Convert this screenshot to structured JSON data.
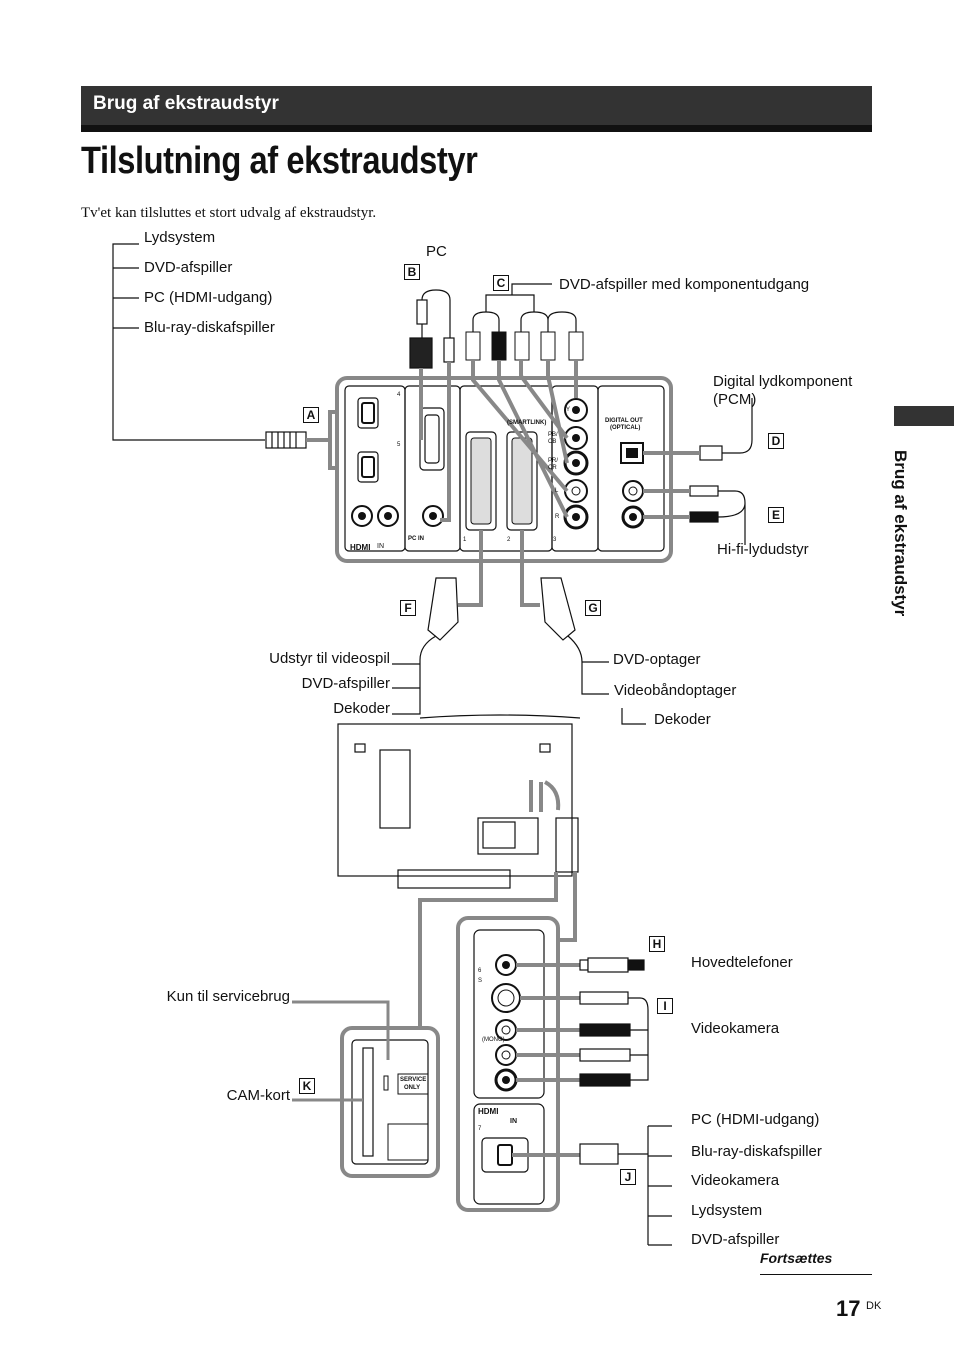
{
  "header": {
    "section": "Brug af ekstraudstyr",
    "title": "Tilslutning af ekstraudstyr"
  },
  "intro": "Tv'et kan tilsluttes et stort udvalg af ekstraudstyr.",
  "side_tab": "Brug af ekstraudstyr",
  "labels": {
    "a1": "Lydsystem",
    "a2": "DVD-afspiller",
    "a3": "PC (HDMI-udgang)",
    "a4": "Blu-ray-diskafspiller",
    "pc": "PC",
    "c1": "DVD-afspiller med komponentudgang",
    "d1": "Digital lydkomponent",
    "d2": "(PCM)",
    "e1": "Hi-fi-lydudstyr",
    "f1": "Udstyr til videospil",
    "f2": "DVD-afspiller",
    "f3": "Dekoder",
    "g1": "DVD-optager",
    "g2": "Videobåndoptager",
    "g3": "Dekoder",
    "h1": "Hovedtelefoner",
    "i1": "Videokamera",
    "k0": "Kun til servicebrug",
    "k1": "CAM-kort",
    "j1": "PC (HDMI-udgang)",
    "j2": "Blu-ray-diskafspiller",
    "j3": "Videokamera",
    "j4": "Lydsystem",
    "j5": "DVD-afspiller"
  },
  "keys": {
    "a": "A",
    "b": "B",
    "c": "C",
    "d": "D",
    "e": "E",
    "f": "F",
    "g": "G",
    "h": "H",
    "i": "I",
    "j": "J",
    "k": "K"
  },
  "panel_text": {
    "digital_out": "DIGITAL OUT",
    "optical": "(OPTICAL)",
    "smartlink": "(SMARTLINK)",
    "pc_in": "PC IN",
    "hdmi": "HDMI",
    "in": "IN",
    "service": "SERVICE",
    "only": "ONLY",
    "y": "Y",
    "pb": "PB/",
    "cb": "CB",
    "pr": "PR/",
    "cr": "CR",
    "l": "L",
    "r": "R",
    "n1": "1",
    "n2": "2",
    "n3": "3",
    "n4": "4",
    "n5": "5",
    "n6": "6",
    "n7": "7",
    "s": "S",
    "mono": "(MONO)"
  },
  "footer": {
    "continued": "Fortsættes",
    "page": "17",
    "lang": "DK"
  }
}
